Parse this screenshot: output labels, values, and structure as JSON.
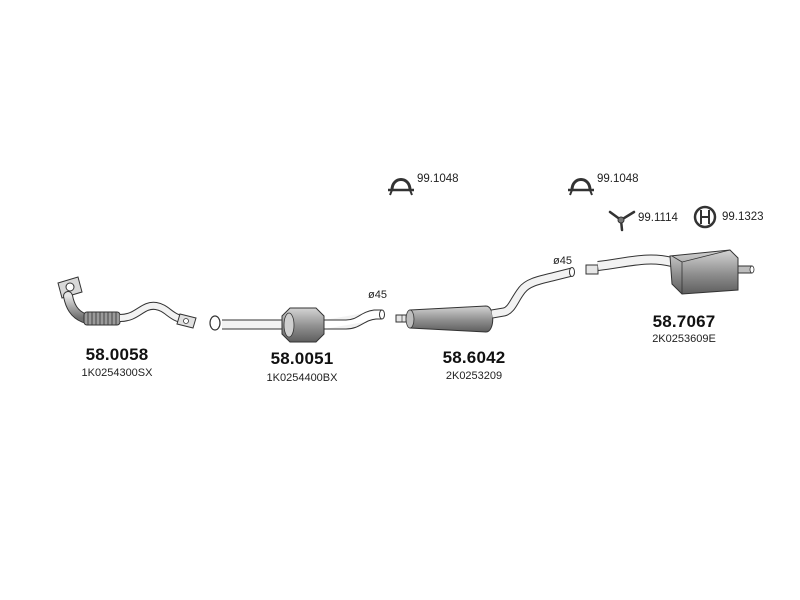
{
  "parts": [
    {
      "number": "58.0058",
      "oe": "1K0254300SX",
      "icon": "front-pipe-with-flex-icon"
    },
    {
      "number": "58.0051",
      "oe": "1K0254400BX",
      "icon": "catalytic-converter-icon"
    },
    {
      "number": "58.6042",
      "oe": "2K0253209",
      "icon": "center-silencer-icon"
    },
    {
      "number": "58.7067",
      "oe": "2K0253609E",
      "icon": "rear-silencer-icon"
    }
  ],
  "accessories": [
    {
      "number": "99.1048",
      "icon": "pipe-clamp-icon"
    },
    {
      "number": "99.1048",
      "icon": "pipe-clamp-icon"
    },
    {
      "number": "99.1114",
      "icon": "mounting-bracket-icon"
    },
    {
      "number": "99.1323",
      "icon": "rubber-mount-icon"
    }
  ],
  "diameters": [
    "ø45",
    "ø45"
  ],
  "colors": {
    "part_fill": "#9a9a9a",
    "part_stroke": "#333333",
    "background": "#ffffff"
  }
}
